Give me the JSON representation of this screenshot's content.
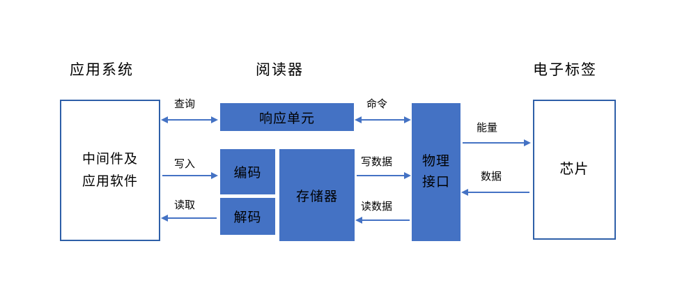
{
  "diagram": {
    "headers": {
      "application_system": "应用系统",
      "reader": "阅读器",
      "electronic_tag": "电子标签"
    },
    "boxes": {
      "middleware_line1": "中间件及",
      "middleware_line2": "应用软件",
      "response_unit": "响应单元",
      "encoder": "编码",
      "decoder": "解码",
      "memory": "存储器",
      "physical_interface_line1": "物理",
      "physical_interface_line2": "接口",
      "chip": "芯片"
    },
    "arrows": {
      "query": "查询",
      "command": "命令",
      "write": "写入",
      "read": "读取",
      "write_data": "写数据",
      "read_data": "读数据",
      "energy": "能量",
      "data": "数据"
    },
    "colors": {
      "box_fill": "#4472C4",
      "box_border": "#2E5FA8",
      "arrow": "#4472C4",
      "text": "#000000",
      "background": "#FFFFFF"
    }
  }
}
